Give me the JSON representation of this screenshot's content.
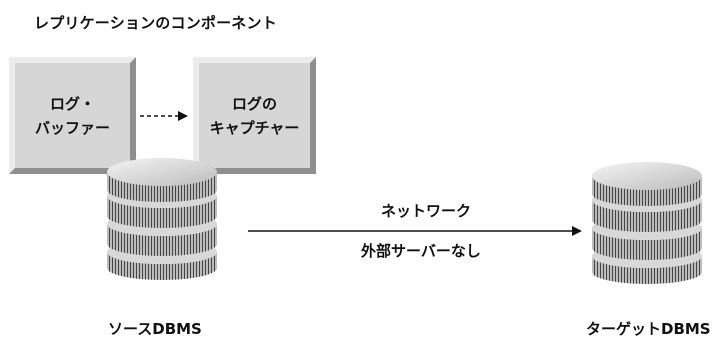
{
  "title": "レプリケーションのコンポーネント",
  "boxes": {
    "log_buffer": {
      "line1": "ログ・",
      "line2": "バッファー"
    },
    "log_capture": {
      "line1": "ログの",
      "line2": "キャプチャー"
    }
  },
  "connection": {
    "network": "ネットワーク",
    "no_server": "外部サーバーなし"
  },
  "databases": {
    "source": "ソースDBMS",
    "target": "ターゲットDBMS"
  },
  "colors": {
    "box_fill": "#d6d6d6",
    "db_fill": "#bdbdbd",
    "db_stripe": "#444444",
    "line": "#111111"
  }
}
